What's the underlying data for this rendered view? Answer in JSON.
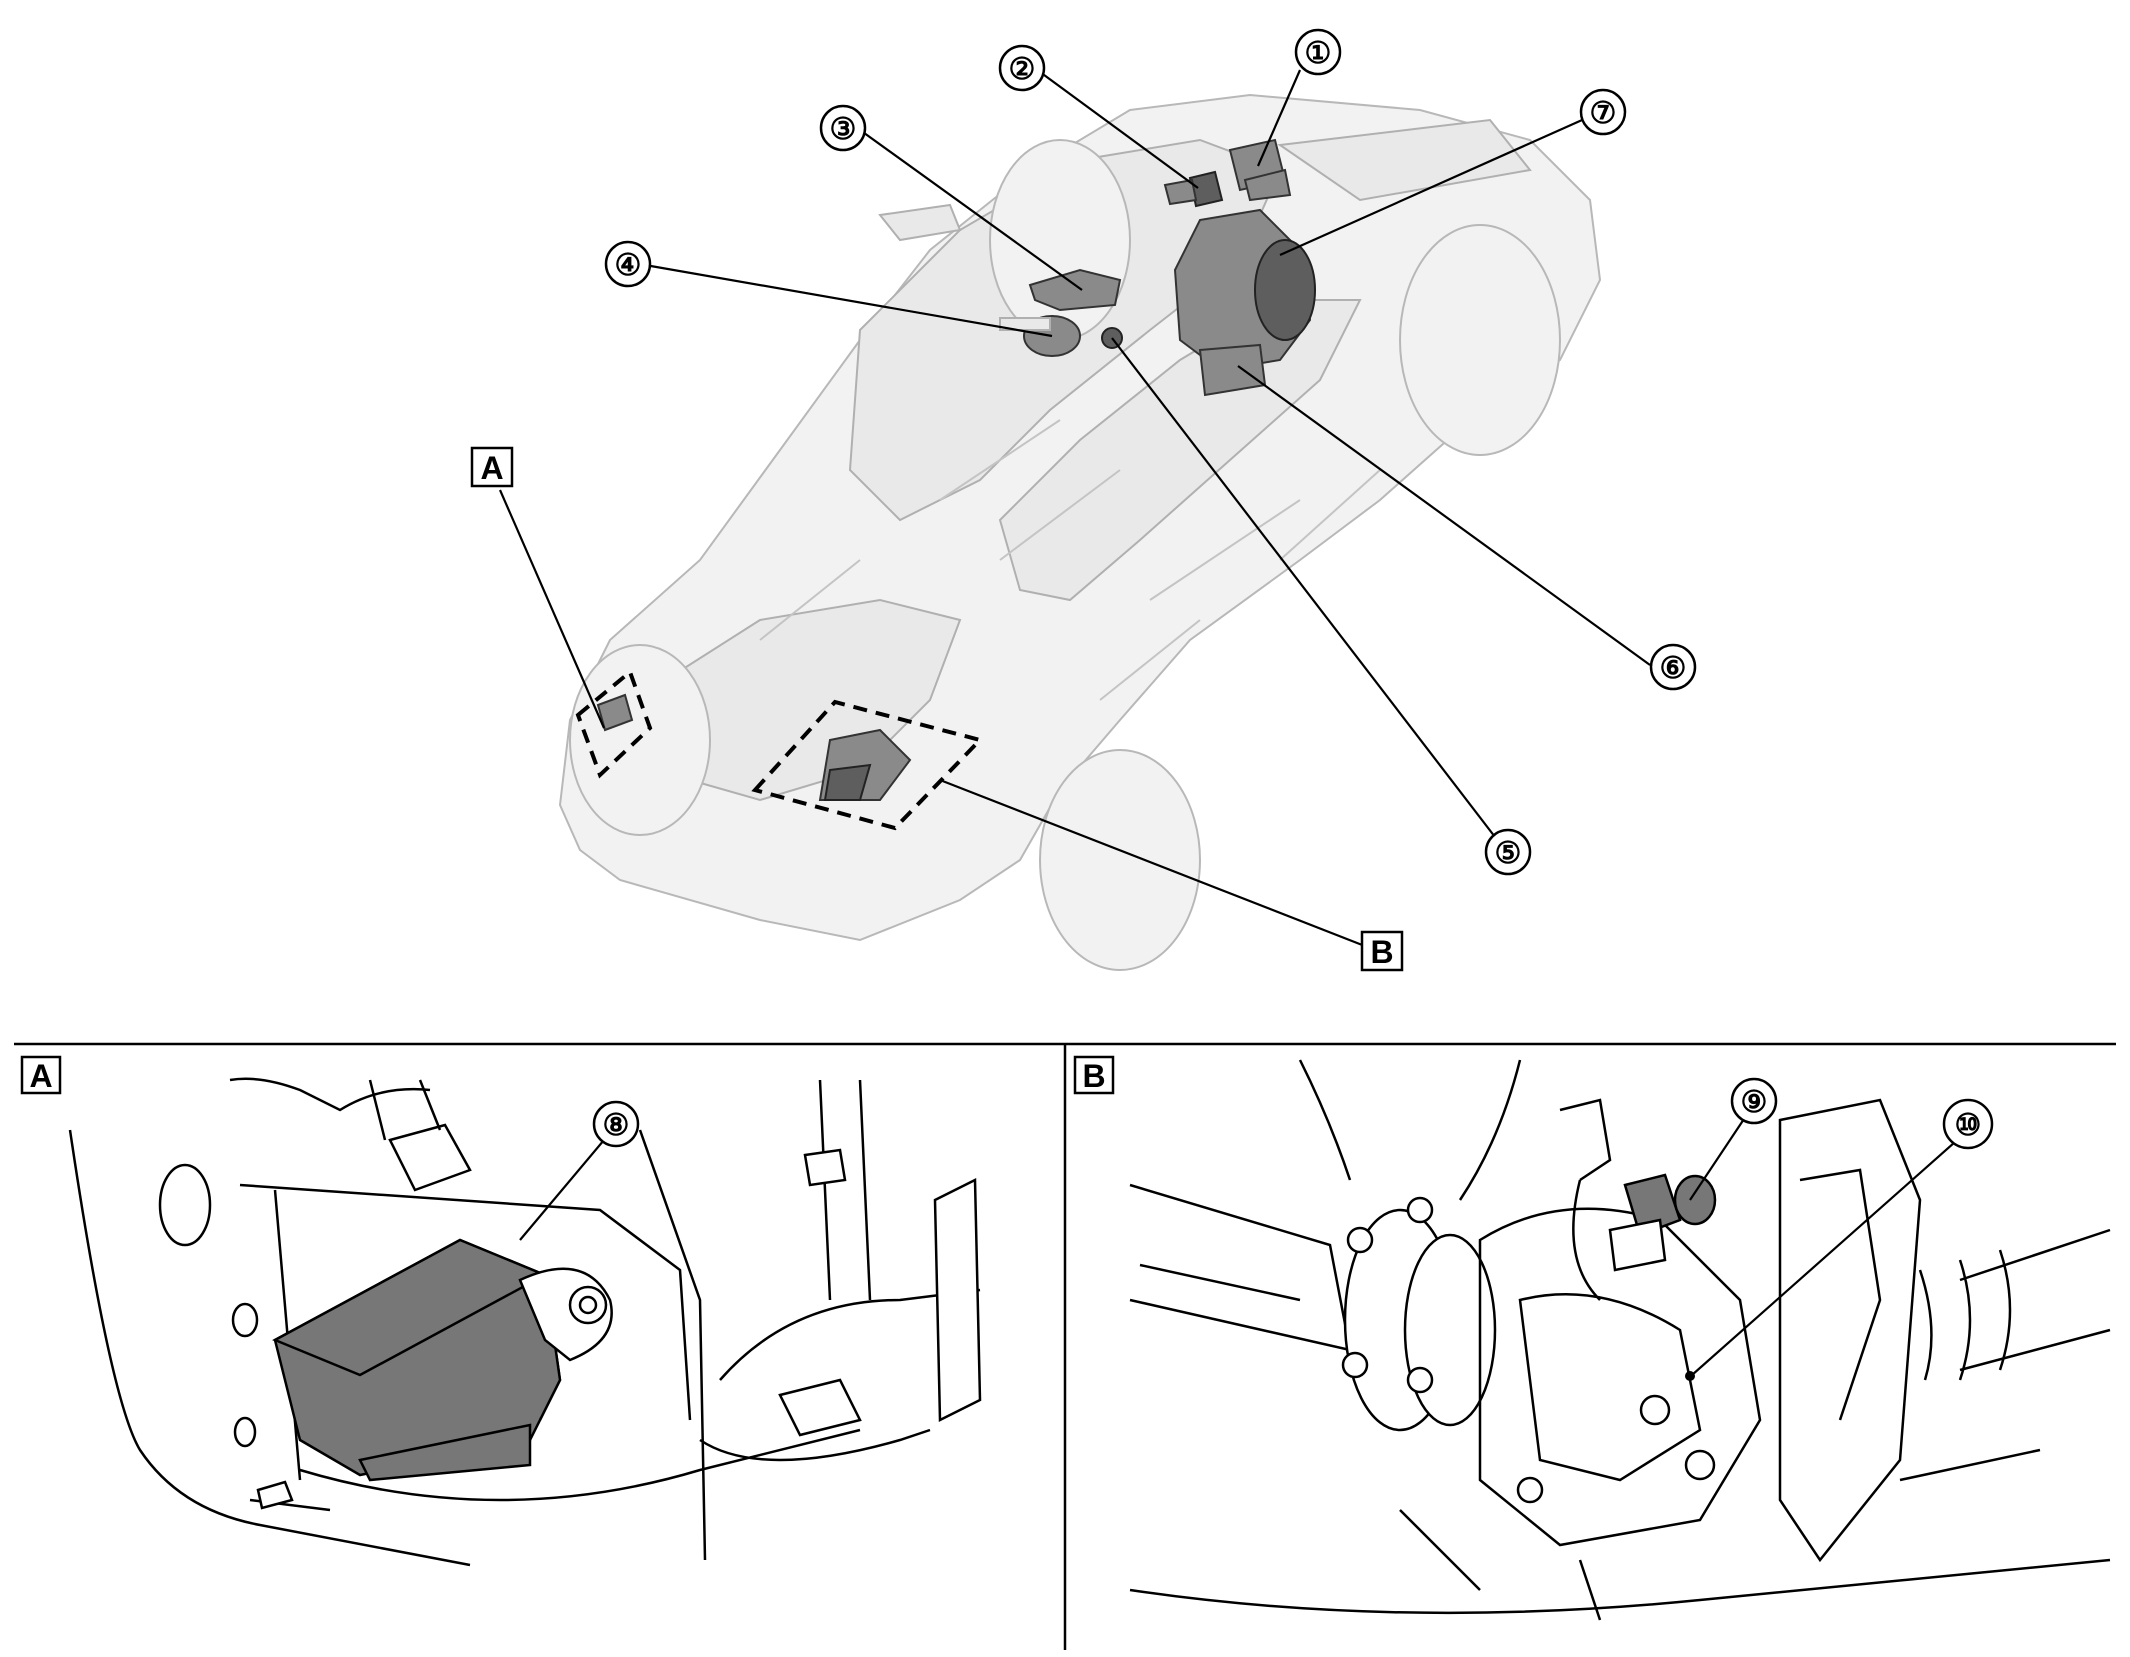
{
  "overview": {
    "callouts": [
      {
        "id": "c1",
        "label": "①"
      },
      {
        "id": "c2",
        "label": "②"
      },
      {
        "id": "c3",
        "label": "③"
      },
      {
        "id": "c4",
        "label": "④"
      },
      {
        "id": "c5",
        "label": "⑤"
      },
      {
        "id": "c6",
        "label": "⑥"
      },
      {
        "id": "c7",
        "label": "⑦"
      }
    ],
    "detail_markers": [
      {
        "id": "mA",
        "label": "A"
      },
      {
        "id": "mB",
        "label": "B"
      }
    ]
  },
  "panel_a": {
    "label": "A",
    "callouts": [
      {
        "id": "c8",
        "label": "⑧"
      }
    ]
  },
  "panel_b": {
    "label": "B",
    "callouts": [
      {
        "id": "c9",
        "label": "⑨"
      },
      {
        "id": "c10",
        "label": "⑩"
      }
    ]
  }
}
